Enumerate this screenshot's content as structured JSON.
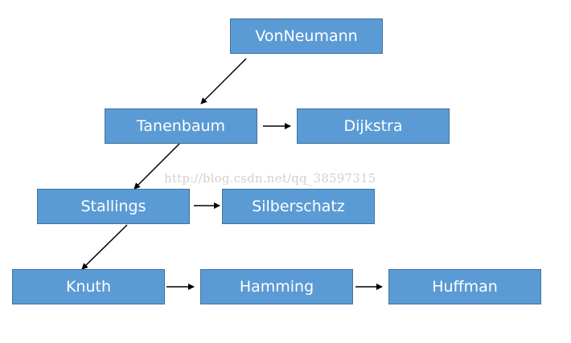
{
  "diagram": {
    "nodes": [
      {
        "id": "vonneumann",
        "label": "VonNeumann"
      },
      {
        "id": "tanenbaum",
        "label": "Tanenbaum"
      },
      {
        "id": "dijkstra",
        "label": "Dijkstra"
      },
      {
        "id": "stallings",
        "label": "Stallings"
      },
      {
        "id": "silberschatz",
        "label": "Silberschatz"
      },
      {
        "id": "knuth",
        "label": "Knuth"
      },
      {
        "id": "hamming",
        "label": "Hamming"
      },
      {
        "id": "huffman",
        "label": "Huffman"
      }
    ],
    "edges": [
      {
        "from": "vonneumann",
        "to": "tanenbaum"
      },
      {
        "from": "tanenbaum",
        "to": "dijkstra"
      },
      {
        "from": "tanenbaum",
        "to": "stallings"
      },
      {
        "from": "stallings",
        "to": "silberschatz"
      },
      {
        "from": "stallings",
        "to": "knuth"
      },
      {
        "from": "knuth",
        "to": "hamming"
      },
      {
        "from": "hamming",
        "to": "huffman"
      }
    ],
    "colors": {
      "node_fill": "#5b9bd5",
      "node_border": "#41719c",
      "node_text": "#ffffff",
      "arrow": "#000000"
    }
  },
  "watermark": {
    "text": "http://blog.csdn.net/qq_38597315"
  }
}
